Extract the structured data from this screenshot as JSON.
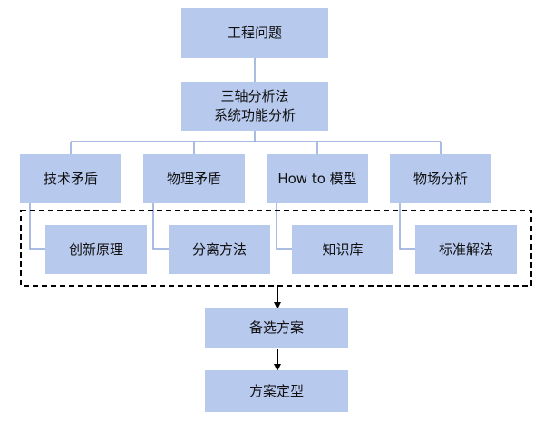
{
  "colors": {
    "box_fill": "#b8c9ee",
    "connector": "#8fa6d8",
    "arrow": "#000000"
  },
  "top_box": {
    "label": "工程问题"
  },
  "analysis_box": {
    "line1": "三轴分析法",
    "line2": "系统功能分析"
  },
  "contradictions": [
    {
      "label": "技术矛盾"
    },
    {
      "label": "物理矛盾"
    },
    {
      "label": "How to 模型"
    },
    {
      "label": "物场分析"
    }
  ],
  "tools": [
    {
      "label": "创新原理"
    },
    {
      "label": "分离方法"
    },
    {
      "label": "知识库"
    },
    {
      "label": "标准解法"
    }
  ],
  "candidates_box": {
    "label": "备选方案"
  },
  "final_box": {
    "label": "方案定型"
  }
}
